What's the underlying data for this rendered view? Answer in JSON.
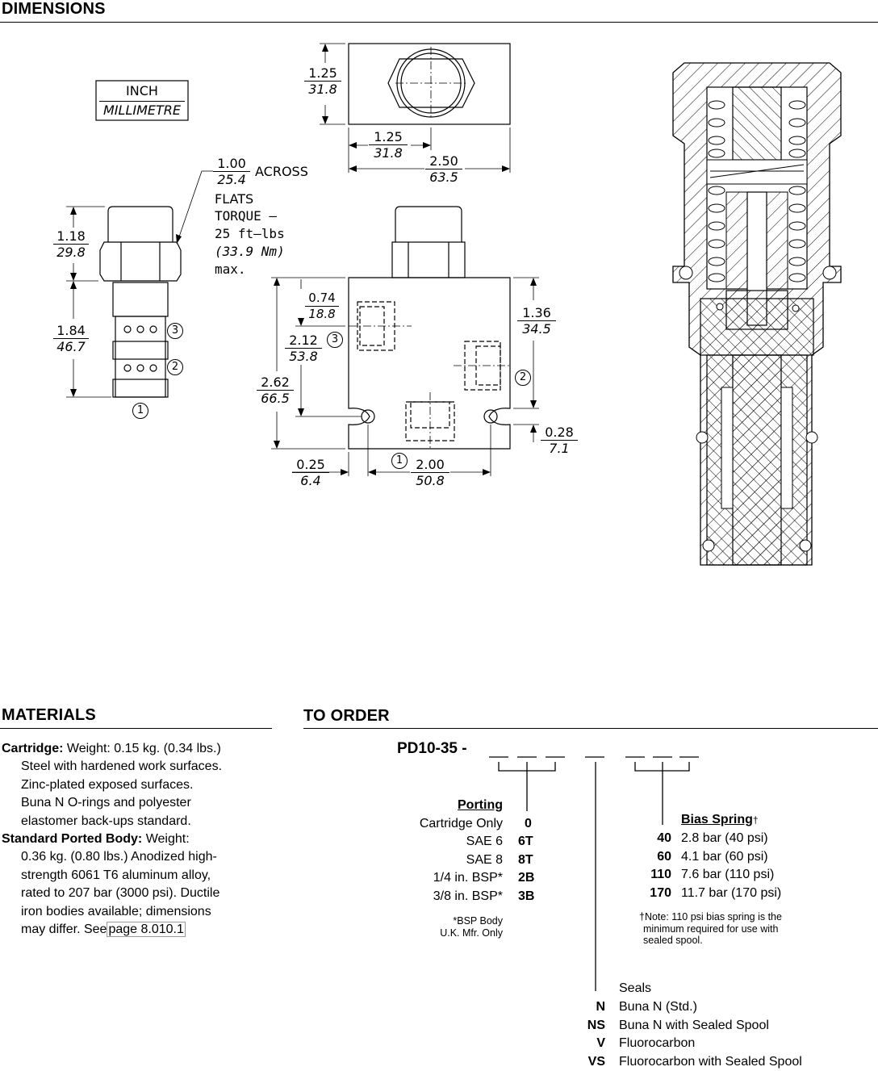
{
  "sections": {
    "dimensions": "DIMENSIONS",
    "materials": "MATERIALS",
    "to_order": "TO ORDER"
  },
  "drawing": {
    "units_inch": "INCH",
    "units_mm": "MILLIMETRE",
    "top_height_in": "1.25",
    "top_height_mm": "31.8",
    "top_width_in": "1.25",
    "top_width_mm": "31.8",
    "total_width_in": "2.50",
    "total_width_mm": "63.5",
    "flats_in": "1.00",
    "flats_mm": "25.4",
    "flats_note_1": "ACROSS",
    "flats_note_2": "FLATS",
    "torque_1": "TORQUE –",
    "torque_2": "25 ft–lbs",
    "torque_3": "(33.9 Nm)",
    "torque_4": "max.",
    "cart_top_in": "1.18",
    "cart_top_mm": "29.8",
    "cart_body_in": "1.84",
    "cart_body_mm": "46.7",
    "port_1": "1",
    "port_2": "2",
    "port_3": "3",
    "d074_in": "0.74",
    "d074_mm": "18.8",
    "d212_in": "2.12",
    "d212_mm": "53.8",
    "d262_in": "2.62",
    "d262_mm": "66.5",
    "d136_in": "1.36",
    "d136_mm": "34.5",
    "d028_in": "0.28",
    "d028_mm": "7.1",
    "d025_in": "0.25",
    "d025_mm": "6.4",
    "d200_in": "2.00",
    "d200_mm": "50.8"
  },
  "materials": {
    "cartridge_label": "Cartridge:",
    "cartridge_first": "Weight: 0.15 kg. (0.34 lbs.)",
    "cartridge_lines": [
      "Steel with hardened work surfaces.",
      "Zinc-plated exposed surfaces.",
      "Buna N O-rings and polyester",
      "elastomer back-ups standard."
    ],
    "body_label": "Standard Ported Body:",
    "body_first": "Weight:",
    "body_lines": [
      "0.36 kg. (0.80 lbs.)  Anodized high-",
      "strength 6061 T6 aluminum alloy,",
      "rated to 207 bar (3000 psi). Ductile",
      "iron bodies available; dimensions"
    ],
    "body_last": "may differ. See",
    "body_link": "page 8.010.1"
  },
  "order": {
    "model_prefix": "PD10-35 -",
    "porting_title": "Porting",
    "porting": [
      {
        "label": "Cartridge Only",
        "code": "0"
      },
      {
        "label": "SAE 6",
        "code": "6T"
      },
      {
        "label": "SAE 8",
        "code": "8T"
      },
      {
        "label": "1/4 in. BSP*",
        "code": "2B"
      },
      {
        "label": "3/8 in. BSP*",
        "code": "3B"
      }
    ],
    "bsp_note_1": "*BSP Body",
    "bsp_note_2": "U.K. Mfr. Only",
    "bias_title": "Bias Spring",
    "bias_mark": "†",
    "bias": [
      {
        "code": "40",
        "label": "2.8 bar (40 psi)"
      },
      {
        "code": "60",
        "label": "4.1 bar (60 psi)"
      },
      {
        "code": "110",
        "label": "7.6 bar (110 psi)"
      },
      {
        "code": "170",
        "label": "11.7 bar (170 psi)"
      }
    ],
    "bias_note_1": "†Note: 110 psi bias spring is the",
    "bias_note_2": "minimum required for use with",
    "bias_note_3": "sealed spool.",
    "seals_title": "Seals",
    "seals": [
      {
        "code": "N",
        "label": "Buna N (Std.)"
      },
      {
        "code": "NS",
        "label": "Buna N with Sealed Spool"
      },
      {
        "code": "V",
        "label": "Fluorocarbon"
      },
      {
        "code": "VS",
        "label": "Fluorocarbon with Sealed Spool"
      }
    ]
  }
}
